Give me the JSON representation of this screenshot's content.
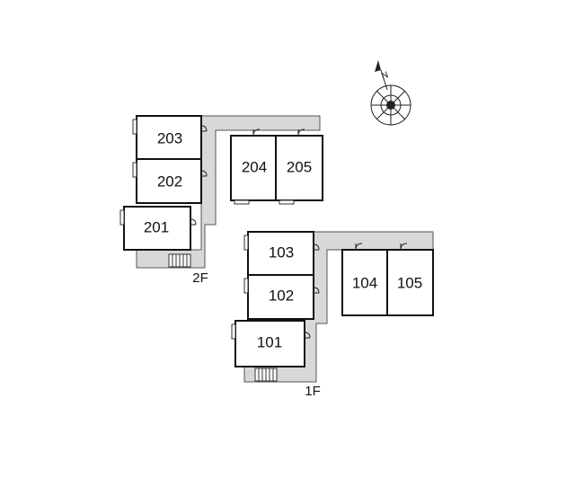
{
  "floors": [
    {
      "label": "2F",
      "units": [
        "203",
        "202",
        "201",
        "204",
        "205"
      ]
    },
    {
      "label": "1F",
      "units": [
        "103",
        "102",
        "101",
        "104",
        "105"
      ]
    }
  ],
  "compass": {
    "north_label": "N",
    "icon": "compass-rose-icon"
  }
}
